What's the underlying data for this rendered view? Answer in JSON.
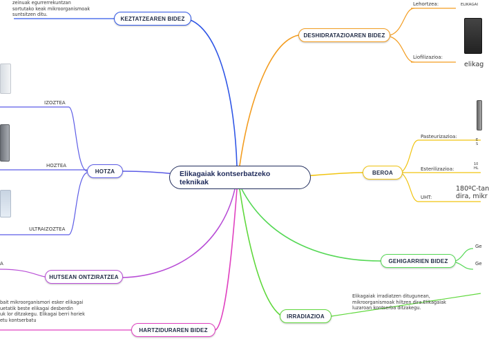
{
  "central": {
    "line1": "Elikagaiak kontserbatzeko",
    "line2": "teknikak"
  },
  "branches": {
    "keztatzearen": "KEZTATZEAREN BIDEZ",
    "hotza": "HOTZA",
    "hutsean": "HUTSEAN ONTZIRATZEA",
    "hartziduraren": "HARTZIDURAREN BIDEZ",
    "deshidratazio": "DESHIDRATAZIOAREN BIDEZ",
    "beroa": "BEROA",
    "gehigarrien": "GEHIGARRIEN BIDEZ",
    "irradiazioa": "IRRADIAZIOA"
  },
  "labels": {
    "izoztea": "IZOZTEA",
    "hoztea": "HOZTEA",
    "ultraizoztea": "ULTRAIZOZTEA",
    "hutsean_sub": "A",
    "lehortzea": "Lehortzea:",
    "liofilizazioa": "Liofilizazioa:",
    "pasteurizazioa": "Pasteurizazioa:",
    "esterilizazioa": "Esterilizazioa:",
    "uht": "UHT:",
    "gehi1": "Ge",
    "gehi2": "Ge"
  },
  "texts": {
    "keztatze": [
      "zeinuak egurrerrekuntzan",
      "sortutako keak mikroorganismoak",
      "suntsitzen ditu."
    ],
    "hartzidura": [
      "bait mikroorganismori esker elikagai",
      "uetatik beste elikagai desberdin",
      "uk lor ditzakegu. Elikagai berri horiek",
      "etu kontserbatu"
    ],
    "irradiazio": [
      "Elikagaiak irradiatzen ditugunean,",
      "mikroorganismoak hiltzen dira.Elikagaiak",
      " luzaroan kontserba ditzakegu."
    ],
    "lehortze_note": "ELIKAGAI",
    "liofil_note": "elikag",
    "past_note": [
      "E",
      "S"
    ],
    "ester_note": [
      "10",
      "HL"
    ],
    "uht_note": [
      "180ºC-tan",
      "dira, mikr"
    ]
  },
  "colors": {
    "blue": "#2f56e6",
    "violet": "#5b5be6",
    "purple": "#b84dd6",
    "magenta": "#e040c0",
    "orange": "#f39c1f",
    "yellow": "#f1c40f",
    "green": "#55d855",
    "lime": "#5fd83c"
  }
}
